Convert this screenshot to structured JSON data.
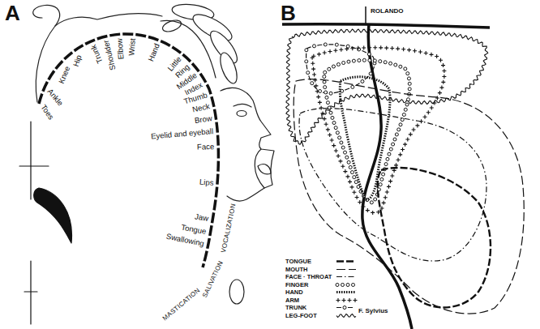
{
  "diagram": {
    "labels": [
      "A",
      "B",
      "Toes",
      "Ankle",
      "Knee",
      "Hip",
      "Trunk",
      "Shoulder",
      "Elbow",
      "Wrist",
      "Hand",
      "Little",
      "Ring",
      "Middle",
      "Index",
      "Thumb",
      "Neck",
      "Brow",
      "Eyelid and eyeball",
      "Face",
      "Lips",
      "Jaw",
      "Tongue",
      "Swallowing",
      "MASTICATION",
      "SALIVATION",
      "VOCALIZATION",
      "ROLANDO",
      "F. Sylvius"
    ],
    "legend": [
      {
        "text": "TONGUE"
      },
      {
        "text": "MOUTH"
      },
      {
        "text": "FACE · THROAT"
      },
      {
        "text": "FINGER"
      },
      {
        "text": "HAND"
      },
      {
        "text": "ARM"
      },
      {
        "text": "TRUNK"
      },
      {
        "text": "LEG-FOOT"
      }
    ]
  }
}
